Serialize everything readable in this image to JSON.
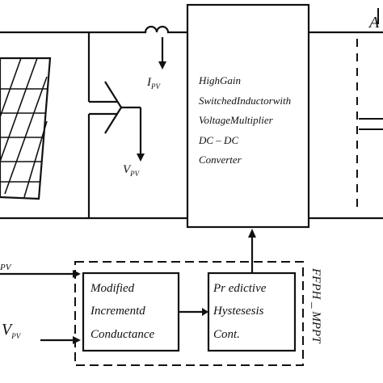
{
  "converter": {
    "lines": [
      "HighGain",
      "SwitchedInductorwith",
      "VoltageMultiplier",
      "DC – DC",
      "Converter"
    ]
  },
  "current_meas": {
    "symbol": "I",
    "subscript": "PV"
  },
  "voltage_meas": {
    "symbol": "V",
    "subscript": "PV"
  },
  "input_ipv": {
    "subscript": "PV"
  },
  "input_vpv": {
    "symbol": "V",
    "subscript": "PV"
  },
  "mic_block": {
    "lines": [
      "Modified",
      "Incrementd",
      "Conductance"
    ]
  },
  "phc_block": {
    "lines": [
      "Pr edictive",
      "Hystesesis",
      "Cont."
    ]
  },
  "controller": {
    "label": "FFPH _ MPPT"
  },
  "right_edge": {
    "char": "A"
  }
}
